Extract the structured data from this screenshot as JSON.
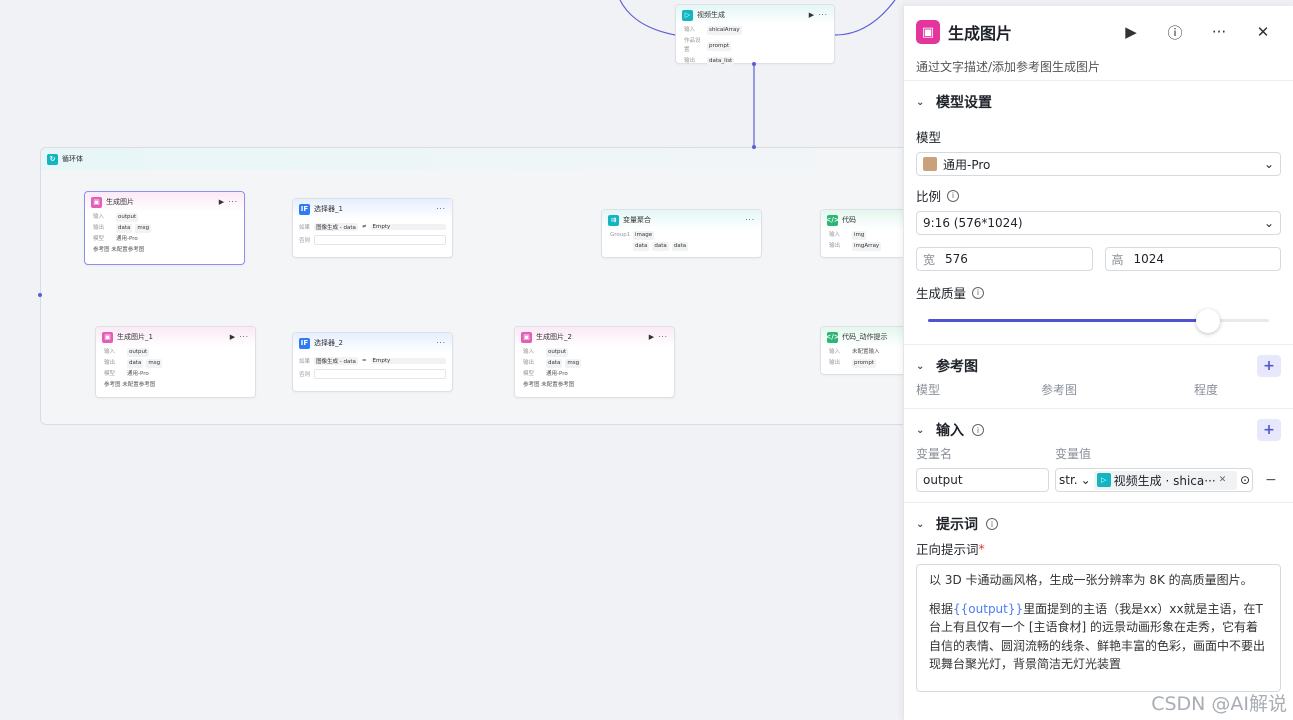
{
  "canvas": {
    "video_node": {
      "title": "视频生成",
      "rows": [
        [
          "输入",
          "shicaiArray"
        ],
        [
          "作品设置",
          "prompt"
        ],
        [
          "输出",
          "data_list"
        ]
      ]
    },
    "loop_title": "循环体",
    "img_node_1": {
      "title": "生成图片",
      "rows": [
        [
          "输入",
          "output"
        ],
        [
          "输出",
          "data",
          "msg"
        ],
        [
          "模型",
          "通用-Pro"
        ]
      ],
      "ref": "参考图  未配置参考图"
    },
    "img_node_2": {
      "title": "生成图片_1",
      "rows": [
        [
          "输入",
          "output"
        ],
        [
          "输出",
          "data",
          "msg"
        ],
        [
          "模型",
          "通用-Pro"
        ]
      ],
      "ref": "参考图  未配置参考图"
    },
    "img_node_3": {
      "title": "生成图片_2",
      "rows": [
        [
          "输入",
          "output"
        ],
        [
          "输出",
          "data",
          "msg"
        ],
        [
          "模型",
          "通用-Pro"
        ]
      ],
      "ref": "参考图  未配置参考图"
    },
    "selector_1": {
      "title": "选择器_1",
      "cond_label": "如果",
      "cond": "图像生成 - data",
      "op": "≠",
      "val": "Empty",
      "else": "否则"
    },
    "selector_2": {
      "title": "选择器_2",
      "cond_label": "如果",
      "cond": "图像生成 - data",
      "op": "=",
      "val": "Empty",
      "else": "否则"
    },
    "agg_node": {
      "title": "变量聚合",
      "group": "Group1",
      "items": [
        "image",
        "data",
        "data",
        "data"
      ]
    },
    "code_node": {
      "title": "代码",
      "rows": [
        [
          "输入",
          "img"
        ],
        [
          "输出",
          "imgArray"
        ]
      ]
    },
    "code_node_2": {
      "title": "代码_动作提示",
      "rows": [
        [
          "输入",
          "未配置输入"
        ],
        [
          "输出",
          "prompt"
        ]
      ]
    }
  },
  "panel": {
    "title": "生成图片",
    "desc": "通过文字描述/添加参考图生成图片",
    "model_section": {
      "title": "模型设置",
      "model_label": "模型",
      "model_value": "通用-Pro",
      "ratio_label": "比例",
      "ratio_value": "9:16 (576*1024)",
      "width_label": "宽",
      "width_value": "576",
      "height_label": "高",
      "height_value": "1024",
      "quality_label": "生成质量",
      "quality_value": 0.82
    },
    "ref_section": {
      "title": "参考图",
      "cols": [
        "模型",
        "参考图",
        "程度"
      ]
    },
    "input_section": {
      "title": "输入",
      "col_name": "变量名",
      "col_value": "变量值",
      "var_name": "output",
      "var_type": "str.",
      "var_ref": "视频生成 · shica···"
    },
    "prompt_section": {
      "title": "提示词",
      "pos_label": "正向提示词",
      "line1": "以 3D 卡通动画风格，生成一张分辨率为 8K 的高质量图片。",
      "line2_pre": "根据",
      "line2_var": "{{output}}",
      "line2_post": "里面提到的主语（我是xx）xx就是主语，在T 台上有且仅有一个 [主语食材] 的远景动画形象在走秀，它有着自信的表情、圆润流畅的线条、鲜艳丰富的色彩，画面中不要出现舞台聚光灯，背景简洁无灯光装置"
    }
  },
  "watermark": "CSDN @AI解说"
}
